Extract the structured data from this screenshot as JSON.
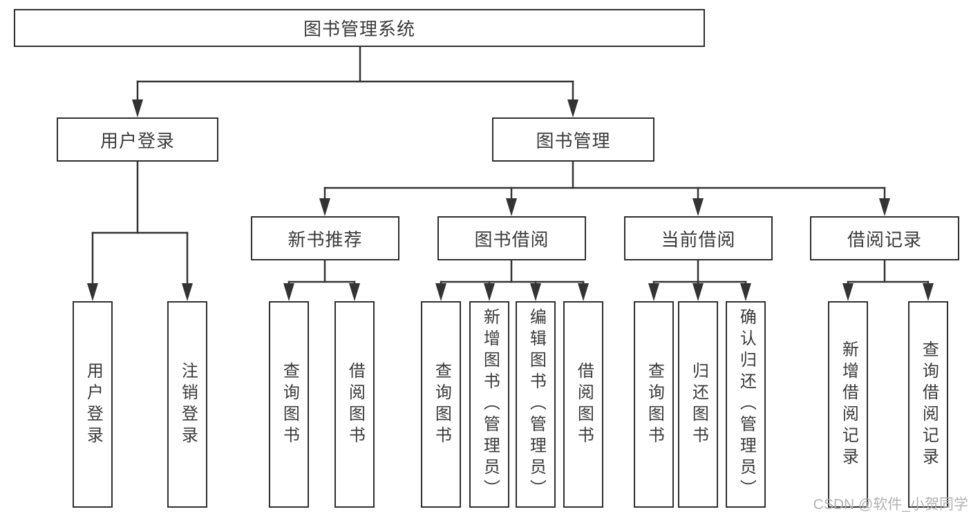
{
  "diagram": {
    "root": "图书管理系统",
    "branches": [
      {
        "label": "用户登录",
        "children": [
          "用户登录",
          "注销登录"
        ]
      },
      {
        "label": "图书管理",
        "children": [
          {
            "label": "新书推荐",
            "children": [
              "查询图书",
              "借阅图书"
            ]
          },
          {
            "label": "图书借阅",
            "children": [
              "查询图书",
              "新增图书（管理员）",
              "编辑图书（管理员）",
              "借阅图书"
            ]
          },
          {
            "label": "当前借阅",
            "children": [
              "查询图书",
              "归还图书",
              "确认归还（管理员）"
            ]
          },
          {
            "label": "借阅记录",
            "children": [
              "新增借阅记录",
              "查询借阅记录"
            ]
          }
        ]
      }
    ]
  },
  "colors": {
    "line": "#333333",
    "border": "#2e2e2e",
    "text": "#3a3a3a",
    "watermark": "#b2b2b2"
  },
  "watermark": "CSDN @软件_小贺同学"
}
